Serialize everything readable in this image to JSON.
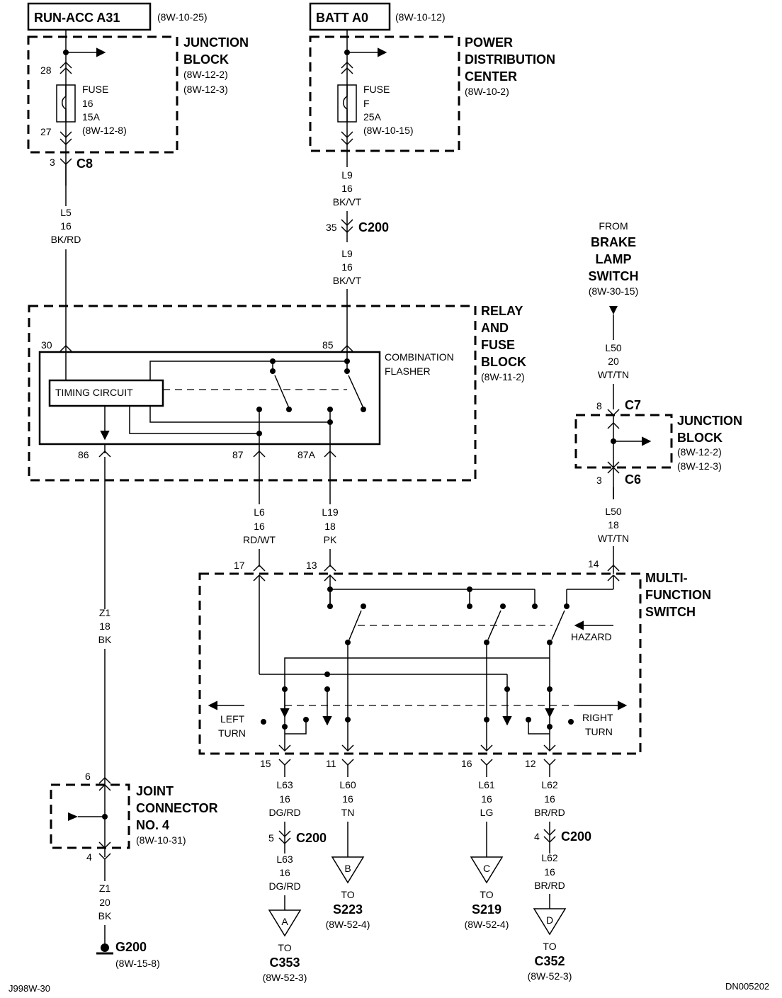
{
  "sources": {
    "run_acc": {
      "title": "RUN-ACC A31",
      "ref": "(8W-10-25)"
    },
    "batt": {
      "title": "BATT A0",
      "ref": "(8W-10-12)"
    }
  },
  "junction_block_top": {
    "line1": "JUNCTION",
    "line2": "BLOCK",
    "ref1": "(8W-12-2)",
    "ref2": "(8W-12-3)",
    "pin_in": "28",
    "pin_out": "27",
    "fuse": {
      "l1": "FUSE",
      "l2": "16",
      "l3": "15A",
      "l4": "(8W-12-8)"
    }
  },
  "pdc": {
    "line1": "POWER",
    "line2": "DISTRIBUTION",
    "line3": "CENTER",
    "ref": "(8W-10-2)",
    "fuse": {
      "l1": "FUSE",
      "l2": "F",
      "l3": "25A",
      "l4": "(8W-10-15)"
    }
  },
  "c8": {
    "pin": "3",
    "name": "C8"
  },
  "wire_l5": {
    "circuit": "L5",
    "gauge": "16",
    "color": "BK/RD"
  },
  "wire_l9a": {
    "circuit": "L9",
    "gauge": "16",
    "color": "BK/VT"
  },
  "c200_top": {
    "pin": "35",
    "name": "C200"
  },
  "wire_l9b": {
    "circuit": "L9",
    "gauge": "16",
    "color": "BK/VT"
  },
  "brake": {
    "from": "FROM",
    "l1": "BRAKE",
    "l2": "LAMP",
    "l3": "SWITCH",
    "ref": "(8W-30-15)"
  },
  "wire_l50a": {
    "circuit": "L50",
    "gauge": "20",
    "color": "WT/TN"
  },
  "relay_block": {
    "l1": "RELAY",
    "l2": "AND",
    "l3": "FUSE",
    "l4": "BLOCK",
    "ref": "(8W-11-2)",
    "pin30": "30",
    "pin85": "85",
    "pin86": "86",
    "pin87": "87",
    "pin87a": "87A"
  },
  "flasher": {
    "l1": "COMBINATION",
    "l2": "FLASHER",
    "timing": "TIMING CIRCUIT"
  },
  "junction_block_right": {
    "c7_pin": "8",
    "c7": "C7",
    "c6_pin": "3",
    "c6": "C6",
    "line1": "JUNCTION",
    "line2": "BLOCK",
    "ref1": "(8W-12-2)",
    "ref2": "(8W-12-3)"
  },
  "wire_l6": {
    "circuit": "L6",
    "gauge": "16",
    "color": "RD/WT"
  },
  "wire_l19": {
    "circuit": "L19",
    "gauge": "18",
    "color": "PK"
  },
  "wire_l50b": {
    "circuit": "L50",
    "gauge": "18",
    "color": "WT/TN"
  },
  "wire_z1a": {
    "circuit": "Z1",
    "gauge": "18",
    "color": "BK"
  },
  "mfs": {
    "l1": "MULTI-",
    "l2": "FUNCTION",
    "l3": "SWITCH",
    "hazard": "HAZARD",
    "left1": "LEFT",
    "left2": "TURN",
    "right1": "RIGHT",
    "right2": "TURN",
    "pin17": "17",
    "pin13": "13",
    "pin14": "14",
    "pin15": "15",
    "pin11": "11",
    "pin16": "16",
    "pin12": "12"
  },
  "wire_l63a": {
    "circuit": "L63",
    "gauge": "16",
    "color": "DG/RD"
  },
  "wire_l60": {
    "circuit": "L60",
    "gauge": "16",
    "color": "TN"
  },
  "wire_l61": {
    "circuit": "L61",
    "gauge": "16",
    "color": "LG"
  },
  "wire_l62a": {
    "circuit": "L62",
    "gauge": "16",
    "color": "BR/RD"
  },
  "c200_a": {
    "pin": "5",
    "name": "C200"
  },
  "c200_d": {
    "pin": "4",
    "name": "C200"
  },
  "wire_l63b": {
    "circuit": "L63",
    "gauge": "16",
    "color": "DG/RD"
  },
  "wire_l62b": {
    "circuit": "L62",
    "gauge": "16",
    "color": "BR/RD"
  },
  "splice_a": {
    "letter": "A",
    "to": "TO",
    "name": "C353",
    "ref": "(8W-52-3)"
  },
  "splice_b": {
    "letter": "B",
    "to": "TO",
    "name": "S223",
    "ref": "(8W-52-4)"
  },
  "splice_c": {
    "letter": "C",
    "to": "TO",
    "name": "S219",
    "ref": "(8W-52-4)"
  },
  "splice_d": {
    "letter": "D",
    "to": "TO",
    "name": "C352",
    "ref": "(8W-52-3)"
  },
  "joint": {
    "l1": "JOINT",
    "l2": "CONNECTOR",
    "l3": "NO. 4",
    "ref": "(8W-10-31)",
    "pin_top": "6",
    "pin_bottom": "4"
  },
  "wire_z1b": {
    "circuit": "Z1",
    "gauge": "20",
    "color": "BK"
  },
  "ground": {
    "name": "G200",
    "ref": "(8W-15-8)"
  },
  "footer": {
    "left": "J998W-30",
    "right": "DN005202"
  }
}
